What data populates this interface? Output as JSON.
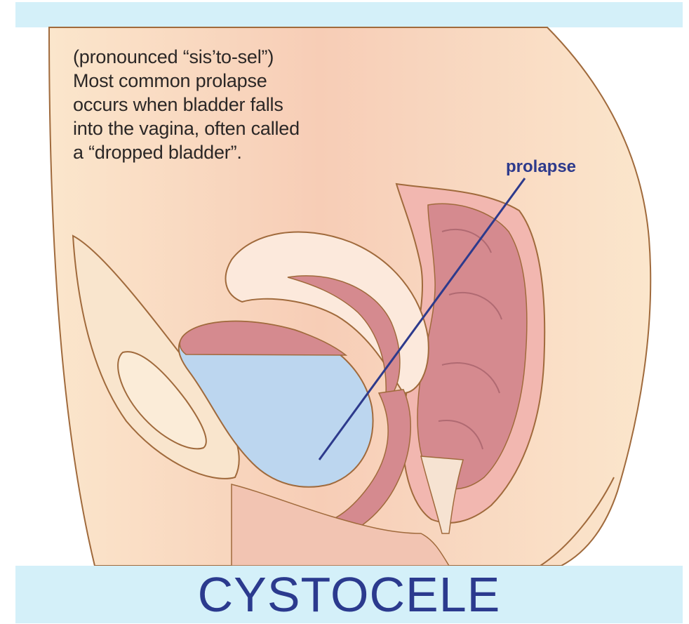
{
  "description": {
    "lines": [
      "(pronounced “sis’to-sel”)",
      "Most common prolapse",
      "occurs when bladder falls",
      "into the vagina, often called",
      "a “dropped bladder”."
    ]
  },
  "label": "prolapse",
  "title": "CYSTOCELE",
  "colors": {
    "band": "#d4f0f9",
    "skin": "#fbe3c8",
    "skin_center": "#f6ccb4",
    "outline": "#a06a3c",
    "pink": "#f2b7b0",
    "rose": "#d58a8f",
    "bladder_fluid": "#bcd6ef",
    "title": "#2b3a8e",
    "pointer": "#2d3a8c"
  }
}
